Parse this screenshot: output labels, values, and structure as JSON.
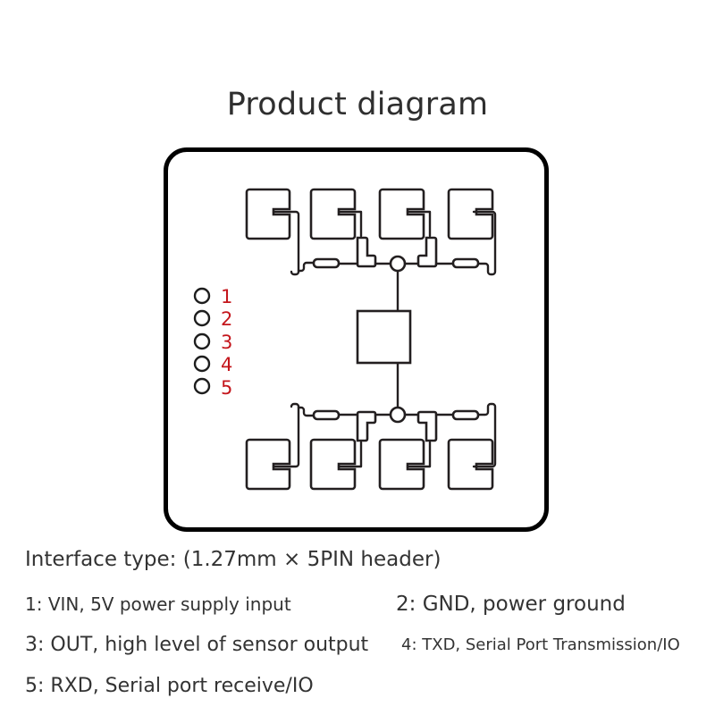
{
  "title": "Product diagram",
  "colors": {
    "outline": "#000000",
    "trace": "#231f20",
    "pin_label": "#c4161c",
    "text": "#333333",
    "background": "#ffffff"
  },
  "board": {
    "pins": [
      {
        "number": "1"
      },
      {
        "number": "2"
      },
      {
        "number": "3"
      },
      {
        "number": "4"
      },
      {
        "number": "5"
      }
    ],
    "antenna_pads_top": 4,
    "antenna_pads_bottom": 4,
    "center_chip": "ic-block"
  },
  "interface": {
    "label": "Interface type: (1.27mm × 5PIN header)"
  },
  "pin_descriptions": [
    {
      "text": "1: VIN, 5V power supply input"
    },
    {
      "text": "2: GND, power ground"
    },
    {
      "text": "3: OUT, high level of sensor output"
    },
    {
      "text": "4: TXD, Serial Port Transmission/IO"
    },
    {
      "text": "5: RXD, Serial port receive/IO"
    }
  ]
}
